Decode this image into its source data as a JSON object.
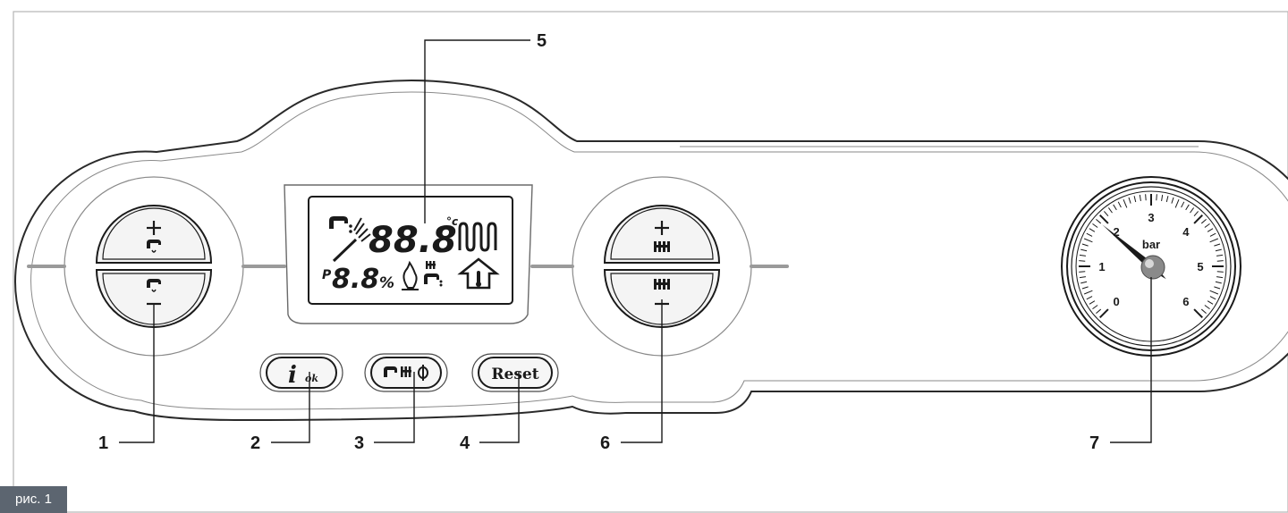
{
  "figure": {
    "caption": "рис. 1"
  },
  "callouts": {
    "c1": "1",
    "c2": "2",
    "c3": "3",
    "c4": "4",
    "c5": "5",
    "c6": "6",
    "c7": "7"
  },
  "display": {
    "digits": "88.8",
    "temp_unit": "°c",
    "pressure_prefix": "P",
    "small_digits": "8.8",
    "percent": "%"
  },
  "buttons": {
    "info": {
      "icon": "info-icon",
      "sub": "ok"
    },
    "mode": {
      "icons": [
        "tap-icon",
        "radiator-icon",
        "power-icon"
      ]
    },
    "reset": {
      "label": "Reset"
    },
    "dhw_control": {
      "icon": "tap-icon"
    },
    "heating_control": {
      "icon": "radiator-icon"
    }
  },
  "gauge": {
    "unit": "bar",
    "scale": [
      "0",
      "1",
      "2",
      "3",
      "4",
      "5",
      "6"
    ],
    "reading": 1.9
  }
}
